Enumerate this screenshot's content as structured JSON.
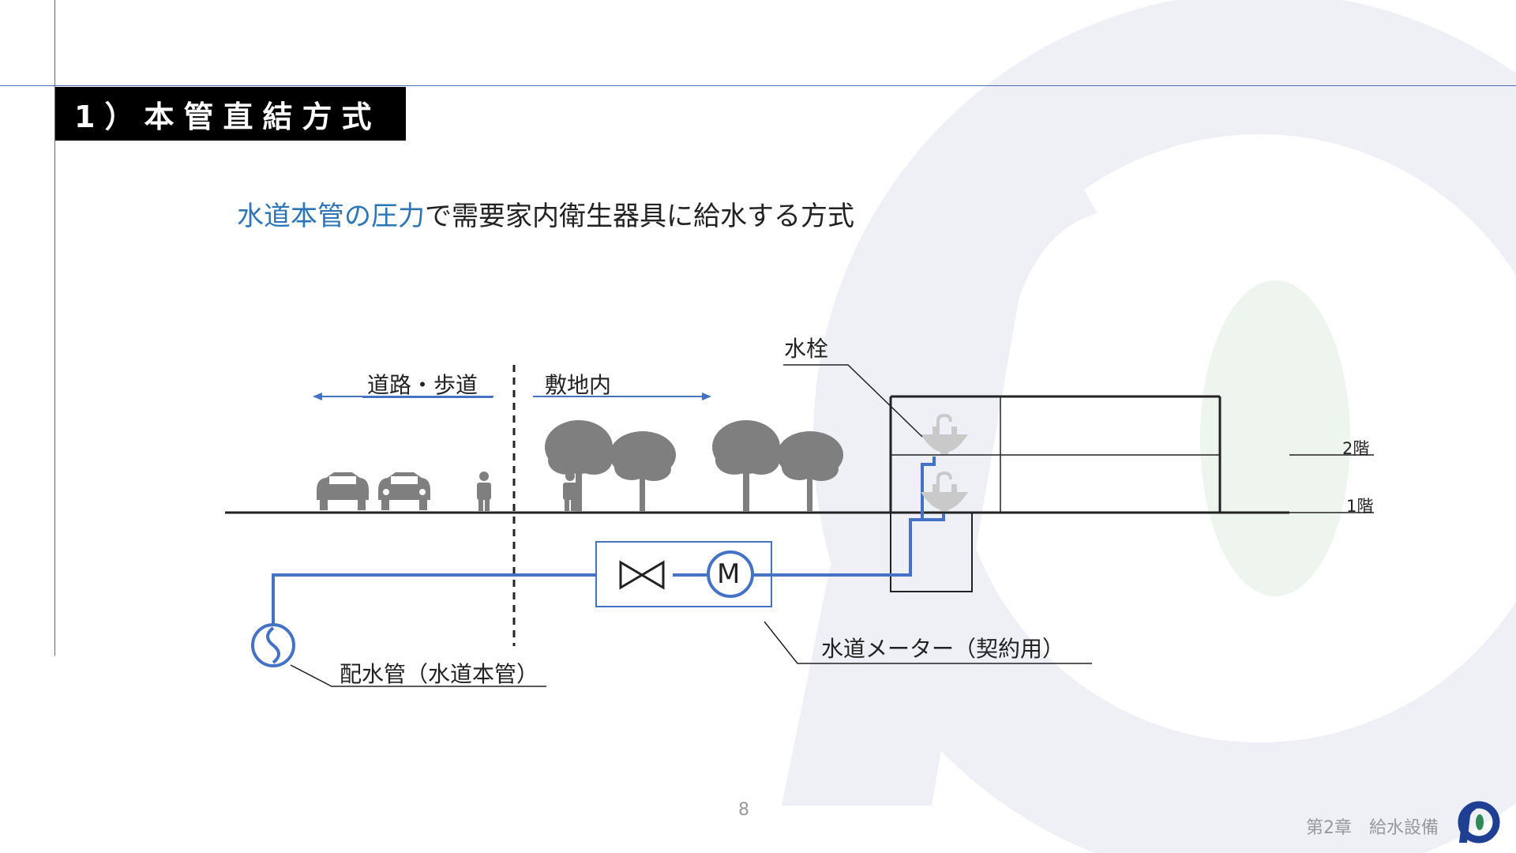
{
  "header": {
    "title": "1）本管直結方式"
  },
  "subtitle": {
    "highlight": "水道本管の圧力",
    "rest": "で需要家内衛生器具に給水する方式"
  },
  "diagram": {
    "labels": {
      "road_sidewalk": "道路・歩道",
      "premises": "敷地内",
      "faucet": "水栓",
      "floor_2": "2階",
      "floor_1": "1階",
      "distribution_main": "配水管（水道本管）",
      "water_meter": "水道メーター（契約用）",
      "meter_symbol": "M"
    },
    "icons": [
      "car-icon",
      "car-icon",
      "person-icon",
      "person-icon",
      "tree-icon",
      "tree-icon",
      "tree-icon",
      "tree-icon",
      "sink-icon",
      "sink-icon",
      "valve-icon",
      "meter-icon",
      "main-pipe-icon"
    ],
    "colors": {
      "pipe": "#4472c4",
      "silhouette": "#7f7f7f",
      "watermark": "#eef0f6"
    }
  },
  "footer": {
    "page_number": "8",
    "chapter": "第2章　給水設備"
  }
}
